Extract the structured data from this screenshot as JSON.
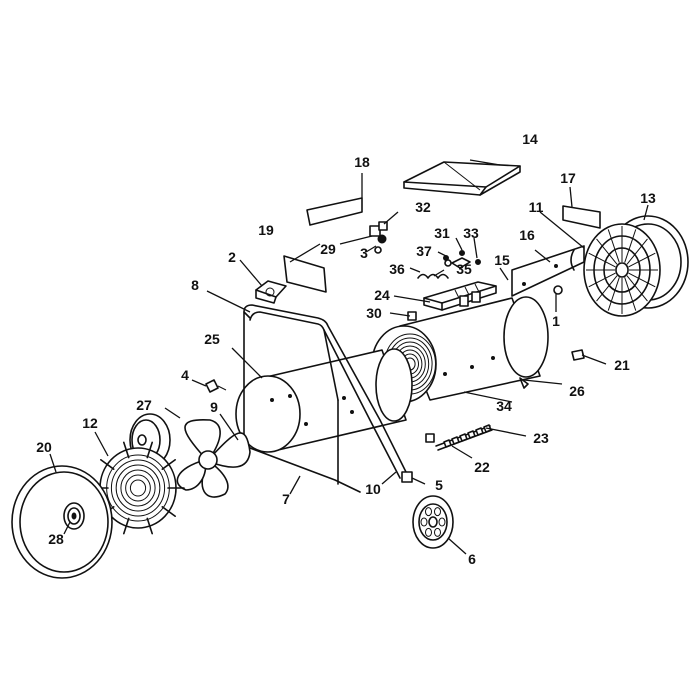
{
  "diagram": {
    "parts": [
      {
        "id": "p1",
        "label": "1"
      },
      {
        "id": "p2",
        "label": "2"
      },
      {
        "id": "p3",
        "label": "3"
      },
      {
        "id": "p4",
        "label": "4"
      },
      {
        "id": "p5",
        "label": "5"
      },
      {
        "id": "p6",
        "label": "6"
      },
      {
        "id": "p7",
        "label": "7"
      },
      {
        "id": "p8",
        "label": "8"
      },
      {
        "id": "p9",
        "label": "9"
      },
      {
        "id": "p10",
        "label": "10"
      },
      {
        "id": "p11",
        "label": "11"
      },
      {
        "id": "p12",
        "label": "12"
      },
      {
        "id": "p13",
        "label": "13"
      },
      {
        "id": "p14",
        "label": "14"
      },
      {
        "id": "p15",
        "label": "15"
      },
      {
        "id": "p16",
        "label": "16"
      },
      {
        "id": "p17",
        "label": "17"
      },
      {
        "id": "p18",
        "label": "18"
      },
      {
        "id": "p19",
        "label": "19"
      },
      {
        "id": "p20",
        "label": "20"
      },
      {
        "id": "p21",
        "label": "21"
      },
      {
        "id": "p22",
        "label": "22"
      },
      {
        "id": "p23",
        "label": "23"
      },
      {
        "id": "p24",
        "label": "24"
      },
      {
        "id": "p25",
        "label": "25"
      },
      {
        "id": "p26",
        "label": "26"
      },
      {
        "id": "p27",
        "label": "27"
      },
      {
        "id": "p28",
        "label": "28"
      },
      {
        "id": "p29",
        "label": "29"
      },
      {
        "id": "p30",
        "label": "30"
      },
      {
        "id": "p31",
        "label": "31"
      },
      {
        "id": "p32",
        "label": "32"
      },
      {
        "id": "p33",
        "label": "33"
      },
      {
        "id": "p34",
        "label": "34"
      },
      {
        "id": "p35",
        "label": "35"
      },
      {
        "id": "p36",
        "label": "36"
      },
      {
        "id": "p37",
        "label": "37"
      }
    ]
  }
}
